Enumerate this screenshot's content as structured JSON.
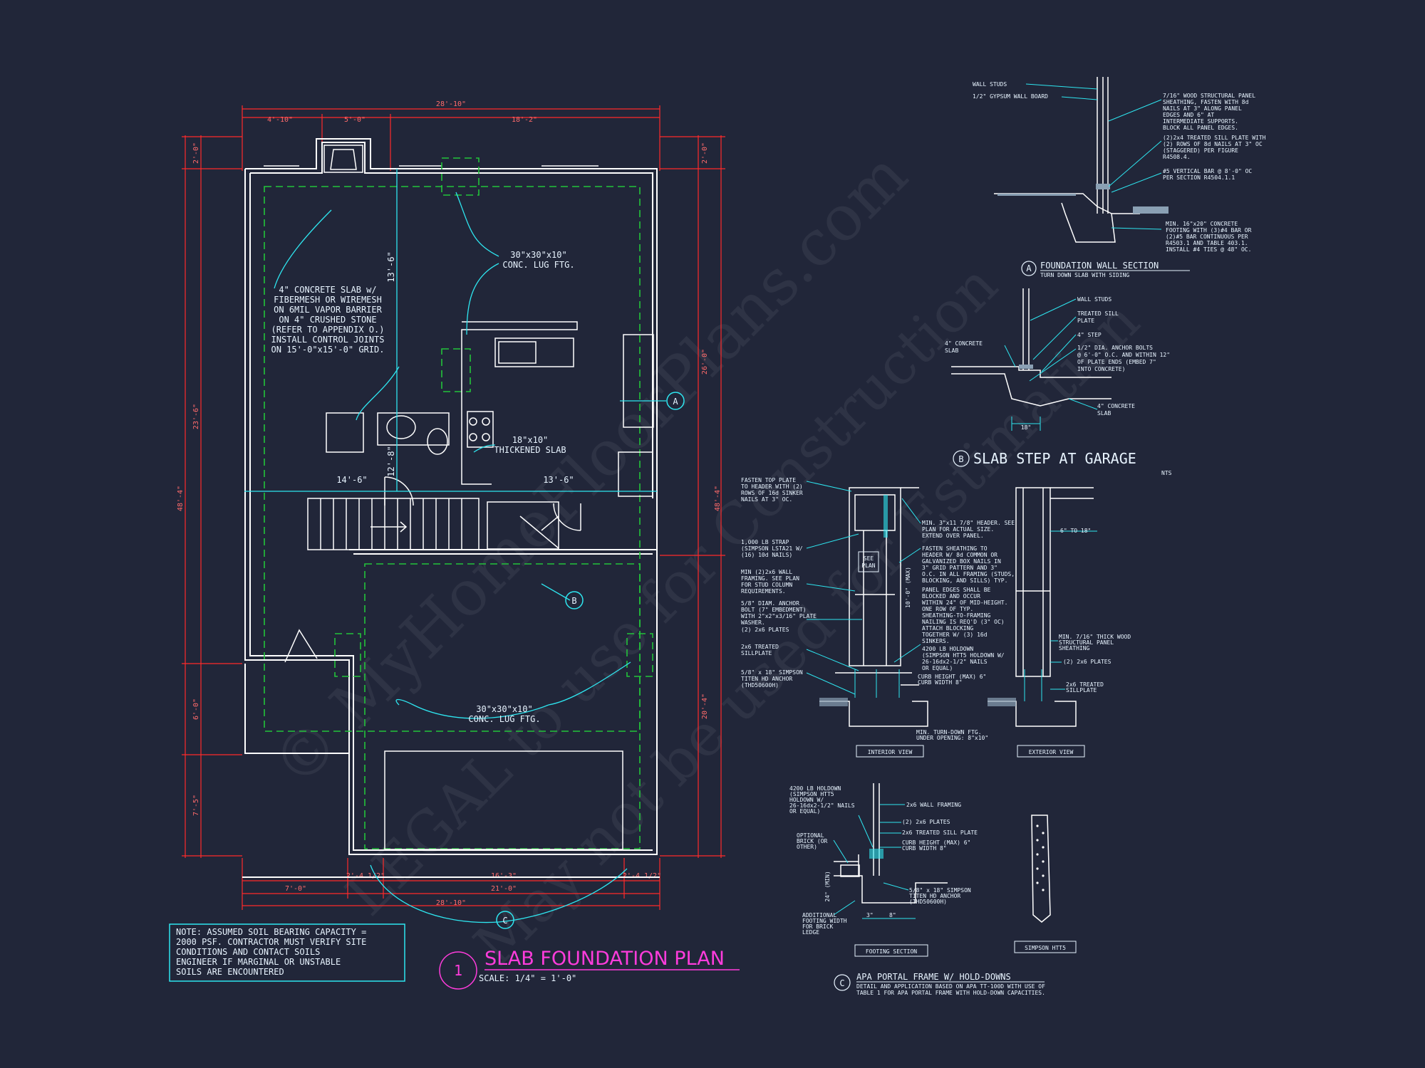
{
  "plan": {
    "title": "SLAB FOUNDATION PLAN",
    "number": "1",
    "scale": "SCALE: 1/4\" = 1'-0\"",
    "dims_top": [
      "28'-10\"",
      "4'-10\"",
      "5'-0\"",
      "18'-2\""
    ],
    "dims_left": [
      "2'-0\"",
      "23'-6\"",
      "48'-4\"",
      "6'-0\"",
      "7'-5\""
    ],
    "dims_right": [
      "2'-0\"",
      "26'-0\"",
      "48'-4\"",
      "20'-4\""
    ],
    "dims_bottom": [
      "2'-4 1/2\"",
      "16'-3\"",
      "2'-4 1/2\"",
      "21'-0\"",
      "7'-0\"",
      "28'-10\""
    ],
    "dims_interior": [
      "13'-6\"",
      "14'-6\"",
      "12'-8\"",
      "13'-6\""
    ],
    "callouts": {
      "slab_note": [
        "4\" CONCRETE SLAB w/",
        "FIBERMESH OR WIREMESH",
        "ON 6MIL VAPOR BARRIER",
        "ON 4\" CRUSHED STONE",
        "(REFER TO APPENDIX O.)",
        "INSTALL CONTROL JOINTS",
        "ON 15'-0\"x15'-0\" GRID."
      ],
      "lug_ftg_1": [
        "30\"x30\"x10\"",
        "CONC. LUG FTG."
      ],
      "lug_ftg_2": [
        "30\"x30\"x10\"",
        "CONC. LUG FTG."
      ],
      "thick_slab": [
        "18\"x10\"",
        "THICKENED SLAB"
      ]
    },
    "markers": [
      "A",
      "B",
      "C"
    ]
  },
  "note": [
    "NOTE: ASSUMED SOIL BEARING CAPACITY =",
    "2000 PSF. CONTRACTOR MUST VERIFY SITE",
    "CONDITIONS AND CONTACT SOILS",
    "ENGINEER IF MARGINAL OR UNSTABLE",
    "SOILS ARE ENCOUNTERED"
  ],
  "detail_a": {
    "mark": "A",
    "title": "FOUNDATION WALL SECTION",
    "subtitle": "TURN DOWN SLAB WITH SIDING",
    "labels_left": [
      "WALL STUDS",
      "1/2\" GYPSUM WALL BOARD"
    ],
    "labels_right": [
      [
        "7/16\" WOOD STRUCTURAL PANEL",
        "SHEATHING, FASTEN WITH 8d",
        "NAILS AT 3\" ALONG PANEL",
        "EDGES AND 6\" AT",
        "INTERMEDIATE SUPPORTS.",
        "BLOCK ALL PANEL EDGES."
      ],
      [
        "(2)2x4 TREATED SILL PLATE WITH",
        "(2) ROWS OF 8d NAILS AT 3\" OC",
        "(STAGGERED) PER FIGURE",
        "R4508.4."
      ],
      [
        "#5 VERTICAL BAR @ 8'-0\" OC",
        "PER SECTION R4504.1.1"
      ],
      [
        "MIN. 16\"x20\" CONCRETE",
        "FOOTING WITH (3)#4 BAR OR",
        "(2)#5 BAR CONTINUOUS PER",
        "R4503.1 AND TABLE 403.1.",
        "INSTALL #4 TIES @ 48\" OC."
      ]
    ]
  },
  "detail_b": {
    "mark": "B",
    "title": "SLAB STEP AT GARAGE",
    "nts": "NTS",
    "labels": [
      "WALL STUDS",
      "TREATED SILL",
      "PLATE",
      "4\" STEP",
      "1/2\" DIA. ANCHOR BOLTS",
      "@ 6'-0\" O.C. AND WITHIN 12\"",
      "OF PLATE ENDS (EMBED 7\"",
      "INTO CONCRETE)",
      "4\" CONCRETE",
      "SLAB",
      "4\" CONCRETE",
      "SLAB"
    ],
    "dim": "18\""
  },
  "detail_c": {
    "mark": "C",
    "title": "APA PORTAL FRAME W/ HOLD-DOWNS",
    "subtitle": [
      "DETAIL AND APPLICATION BASED ON APA TT-100D WITH USE OF",
      "TABLE 1 FOR APA PORTAL FRAME WITH HOLD-DOWN CAPACITIES."
    ],
    "interior_labels": [
      [
        "FASTEN TOP PLATE",
        "TO HEADER WITH (2)",
        "ROWS OF 16d SINKER",
        "NAILS AT 3\" OC."
      ],
      [
        "1,000 LB STRAP",
        "(SIMPSON LSTA21 W/",
        "(16) 10d NAILS)"
      ],
      [
        "MIN (2)2x6 WALL",
        "FRAMING. SEE PLAN",
        "FOR STUD COLUMN",
        "REQUIREMENTS."
      ],
      [
        "5/8\" DIAM. ANCHOR",
        "BOLT (7\" EMBEDMENT)",
        "WITH 2\"x2\"x3/16\" PLATE",
        "WASHER."
      ],
      [
        "(2) 2x6 PLATES"
      ],
      [
        "2x6 TREATED",
        "SILLPLATE"
      ],
      [
        "5/8\" x 18\" SIMPSON",
        "TITEN HD ANCHOR",
        "(THD50600H)"
      ]
    ],
    "interior_right": [
      [
        "MIN. 3\"x11 7/8\" HEADER. SEE",
        "PLAN FOR ACTUAL SIZE.",
        "EXTEND OVER PANEL."
      ],
      [
        "FASTEN SHEATHING TO",
        "HEADER W/ 8d COMMON OR",
        "GALVANIZED BOX NAILS IN",
        "3\" GRID PATTERN AND 3\"",
        "O.C. IN ALL FRAMING (STUDS,",
        "BLOCKING, AND SILLS) TYP."
      ],
      [
        "PANEL EDGES SHALL BE",
        "BLOCKED AND OCCUR",
        "WITHIN 24\" OF MID-HEIGHT.",
        "ONE ROW OF TYP.",
        "SHEATHING-TO-FRAMING",
        "NAILING IS REQ'D (3\" OC)",
        "ATTACH BLOCKING",
        "TOGETHER W/ (3) 16d",
        "SINKERS."
      ],
      [
        "4200 LB HOLDOWN",
        "(SIMPSON HTT5 HOLDOWN W/",
        "26-16dx2-1/2\" NAILS",
        "OR EQUAL)"
      ],
      [
        "CURB HEIGHT (MAX) 6\"",
        "CURB WIDTH 8\""
      ],
      [
        "MIN. TURN-DOWN FTG.",
        "UNDER OPENING: 8\"x10\""
      ]
    ],
    "see_plan": [
      "SEE",
      "PLAN"
    ],
    "height_label": "10'-0\" (MAX)",
    "exterior_labels": [
      [
        "6\" TO 18\""
      ],
      [
        "MIN. 7/16\" THICK WOOD",
        "STRUCTURAL PANEL",
        "SHEATHING"
      ],
      [
        "(2) 2x6 PLATES"
      ],
      [
        "2x6 TREATED",
        "SILLPLATE"
      ]
    ],
    "view_interior": "INTERIOR VIEW",
    "view_exterior": "EXTERIOR VIEW",
    "footing_labels": [
      [
        "4200 LB HOLDOWN",
        "(SIMPSON HTT5",
        "HOLDOWN W/",
        "26-16dx2-1/2\" NAILS",
        "OR EQUAL)"
      ],
      [
        "OPTIONAL",
        "BRICK (OR",
        "OTHER)"
      ],
      [
        "ADDITIONAL",
        "FOOTING WIDTH",
        "FOR BRICK",
        "LEDGE"
      ],
      [
        "2x6 WALL FRAMING"
      ],
      [
        "(2) 2x6 PLATES"
      ],
      [
        "2x6 TREATED SILL PLATE"
      ],
      [
        "CURB HEIGHT (MAX) 6\"",
        "CURB WIDTH 8\""
      ],
      [
        "5/8\" x 18\" SIMPSON",
        "TITEN HD ANCHOR",
        "(THD50600H)"
      ]
    ],
    "footing_dims": [
      "3\"",
      "8\"",
      "24\" (MIN)"
    ],
    "view_footing": "FOOTING SECTION",
    "view_simpson": "SIMPSON HTT5"
  },
  "watermark": [
    "© MyHomeFloorPlans.com",
    "LEGAL to use for Construction",
    "May not be used for Estimation"
  ],
  "colors": {
    "background": "#212639",
    "linework": "#ffffff",
    "cyan": "#2ee6f0",
    "dimension": "#ff2a2a",
    "hidden": "#22c33a",
    "title": "#ff3cdc"
  }
}
